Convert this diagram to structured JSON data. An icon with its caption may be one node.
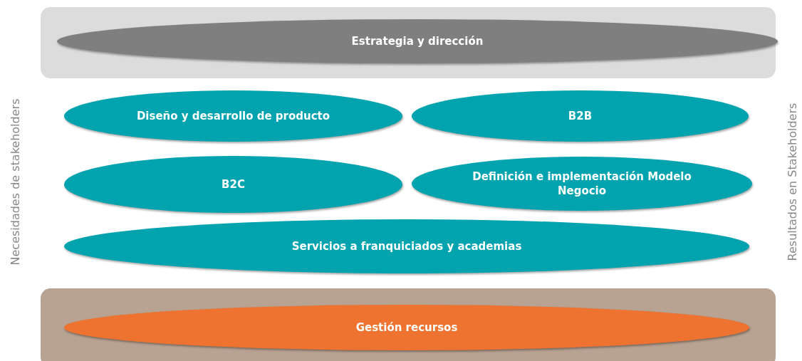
{
  "diagram": {
    "nodes": [
      {
        "text": [],
        "shape": "box"
      },
      {
        "text": [
          "Estrategia y dirección"
        ],
        "in": 0
      },
      {
        "text": [
          "Diseño y desarrollo de producto"
        ]
      },
      {
        "text": [
          "B2B"
        ]
      },
      {
        "text": [
          "B2C"
        ]
      },
      {
        "text": [
          "Definición e implementación Modelo Negocio"
        ]
      },
      {
        "text": [
          "Servicios a franquiciados y academias"
        ]
      },
      {
        "text": [],
        "shape": "box"
      },
      {
        "text": [
          "Gestión recursos"
        ],
        "in": 7
      }
    ],
    "edges": [],
    "labels": [
      "Necesidades de stakeholders",
      "Resultados en Stakeholders"
    ]
  }
}
